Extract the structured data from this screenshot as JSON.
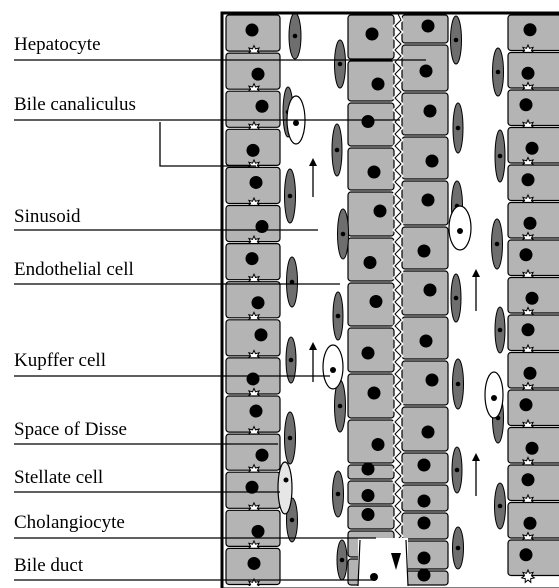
{
  "labels": [
    {
      "id": "hepatocyte",
      "text": "Hepatocyte"
    },
    {
      "id": "bile-canaliculus",
      "text": "Bile canaliculus"
    },
    {
      "id": "sinusoid",
      "text": "Sinusoid"
    },
    {
      "id": "endothelial-cell",
      "text": "Endothelial cell"
    },
    {
      "id": "kupffer-cell",
      "text": "Kupffer cell"
    },
    {
      "id": "space-of-disse",
      "text": "Space of Disse"
    },
    {
      "id": "stellate-cell",
      "text": "Stellate cell"
    },
    {
      "id": "cholangiocyte",
      "text": "Cholangiocyte"
    },
    {
      "id": "bile-duct",
      "text": "Bile duct"
    }
  ],
  "colors": {
    "hepatocyte_fill": "#b4b4b4",
    "endothelial_fill": "#6e6e6e",
    "stellate_fill": "#e6e6e6",
    "nucleus": "#000000",
    "outline": "#000000",
    "background": "#ffffff"
  }
}
